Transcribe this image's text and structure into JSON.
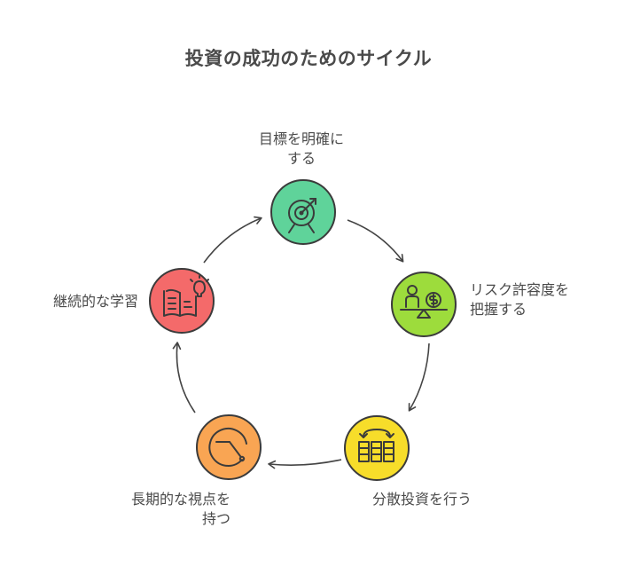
{
  "title": "投資の成功のためのサイクル",
  "steps": [
    {
      "label_lines": [
        "目標を明確に",
        "する"
      ],
      "icon": "target-icon",
      "color": "#5fd39a"
    },
    {
      "label_lines": [
        "リスク許容度を",
        "把握する"
      ],
      "icon": "balance-scale-icon",
      "color": "#9ddc3c"
    },
    {
      "label_lines": [
        "分散投資を行う"
      ],
      "icon": "diversify-icon",
      "color": "#f7dd2a"
    },
    {
      "label_lines": [
        "長期的な視点を",
        "持つ"
      ],
      "icon": "clock-icon",
      "color": "#f9a553"
    },
    {
      "label_lines": [
        "継続的な学習"
      ],
      "icon": "book-idea-icon",
      "color": "#f46a6a"
    }
  ]
}
